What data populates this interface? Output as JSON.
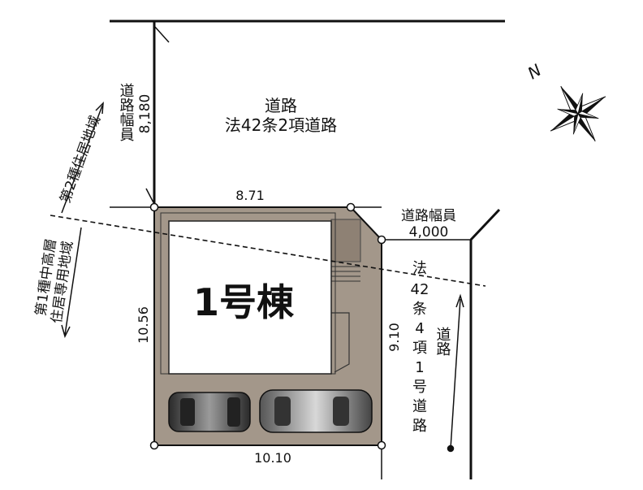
{
  "north_label": "N",
  "road_top": {
    "name": "道路",
    "type": "法42条2項道路",
    "width_title": "道路幅員",
    "width_value": "8,180"
  },
  "road_right": {
    "width_title": "道路幅員",
    "width_value": "4,000",
    "type_chars": [
      "法",
      "42",
      "条",
      "4",
      "項",
      "1",
      "号"
    ],
    "suffix_chars": [
      "道",
      "路"
    ],
    "road_label": "道路"
  },
  "zones": {
    "upper": "第2種住居地域",
    "lower_line1": "第1種中高層",
    "lower_line2": "住居専用地域"
  },
  "lot": {
    "building_label": "1号棟",
    "dim_top": "8.71",
    "dim_left": "10.56",
    "dim_right": "9.10",
    "dim_bottom": "10.10"
  },
  "colors": {
    "lot_fill": "#a3978a",
    "lot_fill_dark": "#8e8174",
    "building_fill": "#ffffff",
    "line": "#111111",
    "car_dark": "#3a3a3a",
    "car_light": "#8a8a8a"
  }
}
